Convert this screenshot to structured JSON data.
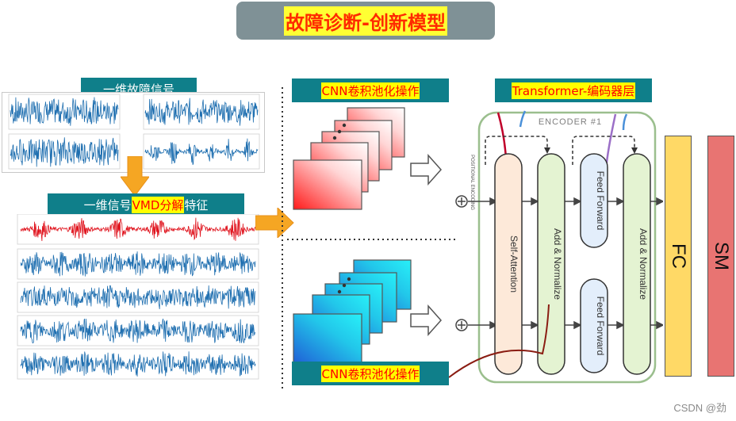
{
  "title": "故障诊断-创新模型",
  "raw_signal_label": "一维故障信号",
  "vmd_label": {
    "pre": "一维信号",
    "highlight": "VMD分解",
    "post": "特征"
  },
  "cnn_label_top": "CNN卷积池化操作",
  "cnn_label_bottom": "CNN卷积池化操作",
  "transformer_label": "Transformer-编码器层",
  "encoder": {
    "header": "ENCODER #1",
    "positional": "POSITIONAL ENCODING",
    "self_attention": "Self-Attention",
    "add_norm_1": "Add & Normalize",
    "feed_forward_top": "Feed Forward",
    "feed_forward_bottom": "Feed Forward",
    "add_norm_2": "Add & Normalize"
  },
  "fc_label": "FC",
  "sm_label": "SM",
  "watermark": "CSDN @劲",
  "colors": {
    "title_bg": "#7f9196",
    "title_text": "#ff2a00",
    "title_highlight": "#ffff33",
    "teal": "#0f7f8a",
    "arrow_orange": "#f5a623",
    "fc": "#ffd966",
    "sm": "#e87472",
    "encoder_border": "#9bbf8e",
    "self_attention": "#fde9d9",
    "add_norm": "#e4f3d2",
    "feed_forward": "#e3eefb"
  }
}
